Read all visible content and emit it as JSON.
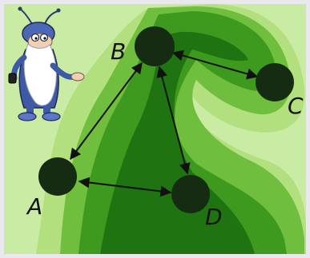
{
  "colors": {
    "frame": "#e9e8ec",
    "background": "#c9eba4",
    "light_green": "#b3e07e",
    "mid_green": "#6fbe3d",
    "dark_green": "#3e9a1e",
    "darkest_green": "#1f7311",
    "node_fill": "#152c12",
    "edge_color": "#111111"
  },
  "diagram": {
    "nodes": [
      {
        "id": "A",
        "label": "A"
      },
      {
        "id": "B",
        "label": "B"
      },
      {
        "id": "C",
        "label": "C"
      },
      {
        "id": "D",
        "label": "D"
      }
    ],
    "edges": [
      {
        "from": "A",
        "to": "B",
        "directed": "both"
      },
      {
        "from": "B",
        "to": "C",
        "directed": "both"
      },
      {
        "from": "B",
        "to": "D",
        "directed": "both"
      },
      {
        "from": "A",
        "to": "D",
        "directed": "both"
      }
    ]
  },
  "mascot": {
    "icon": "bearded-scientist-mascot-icon"
  }
}
